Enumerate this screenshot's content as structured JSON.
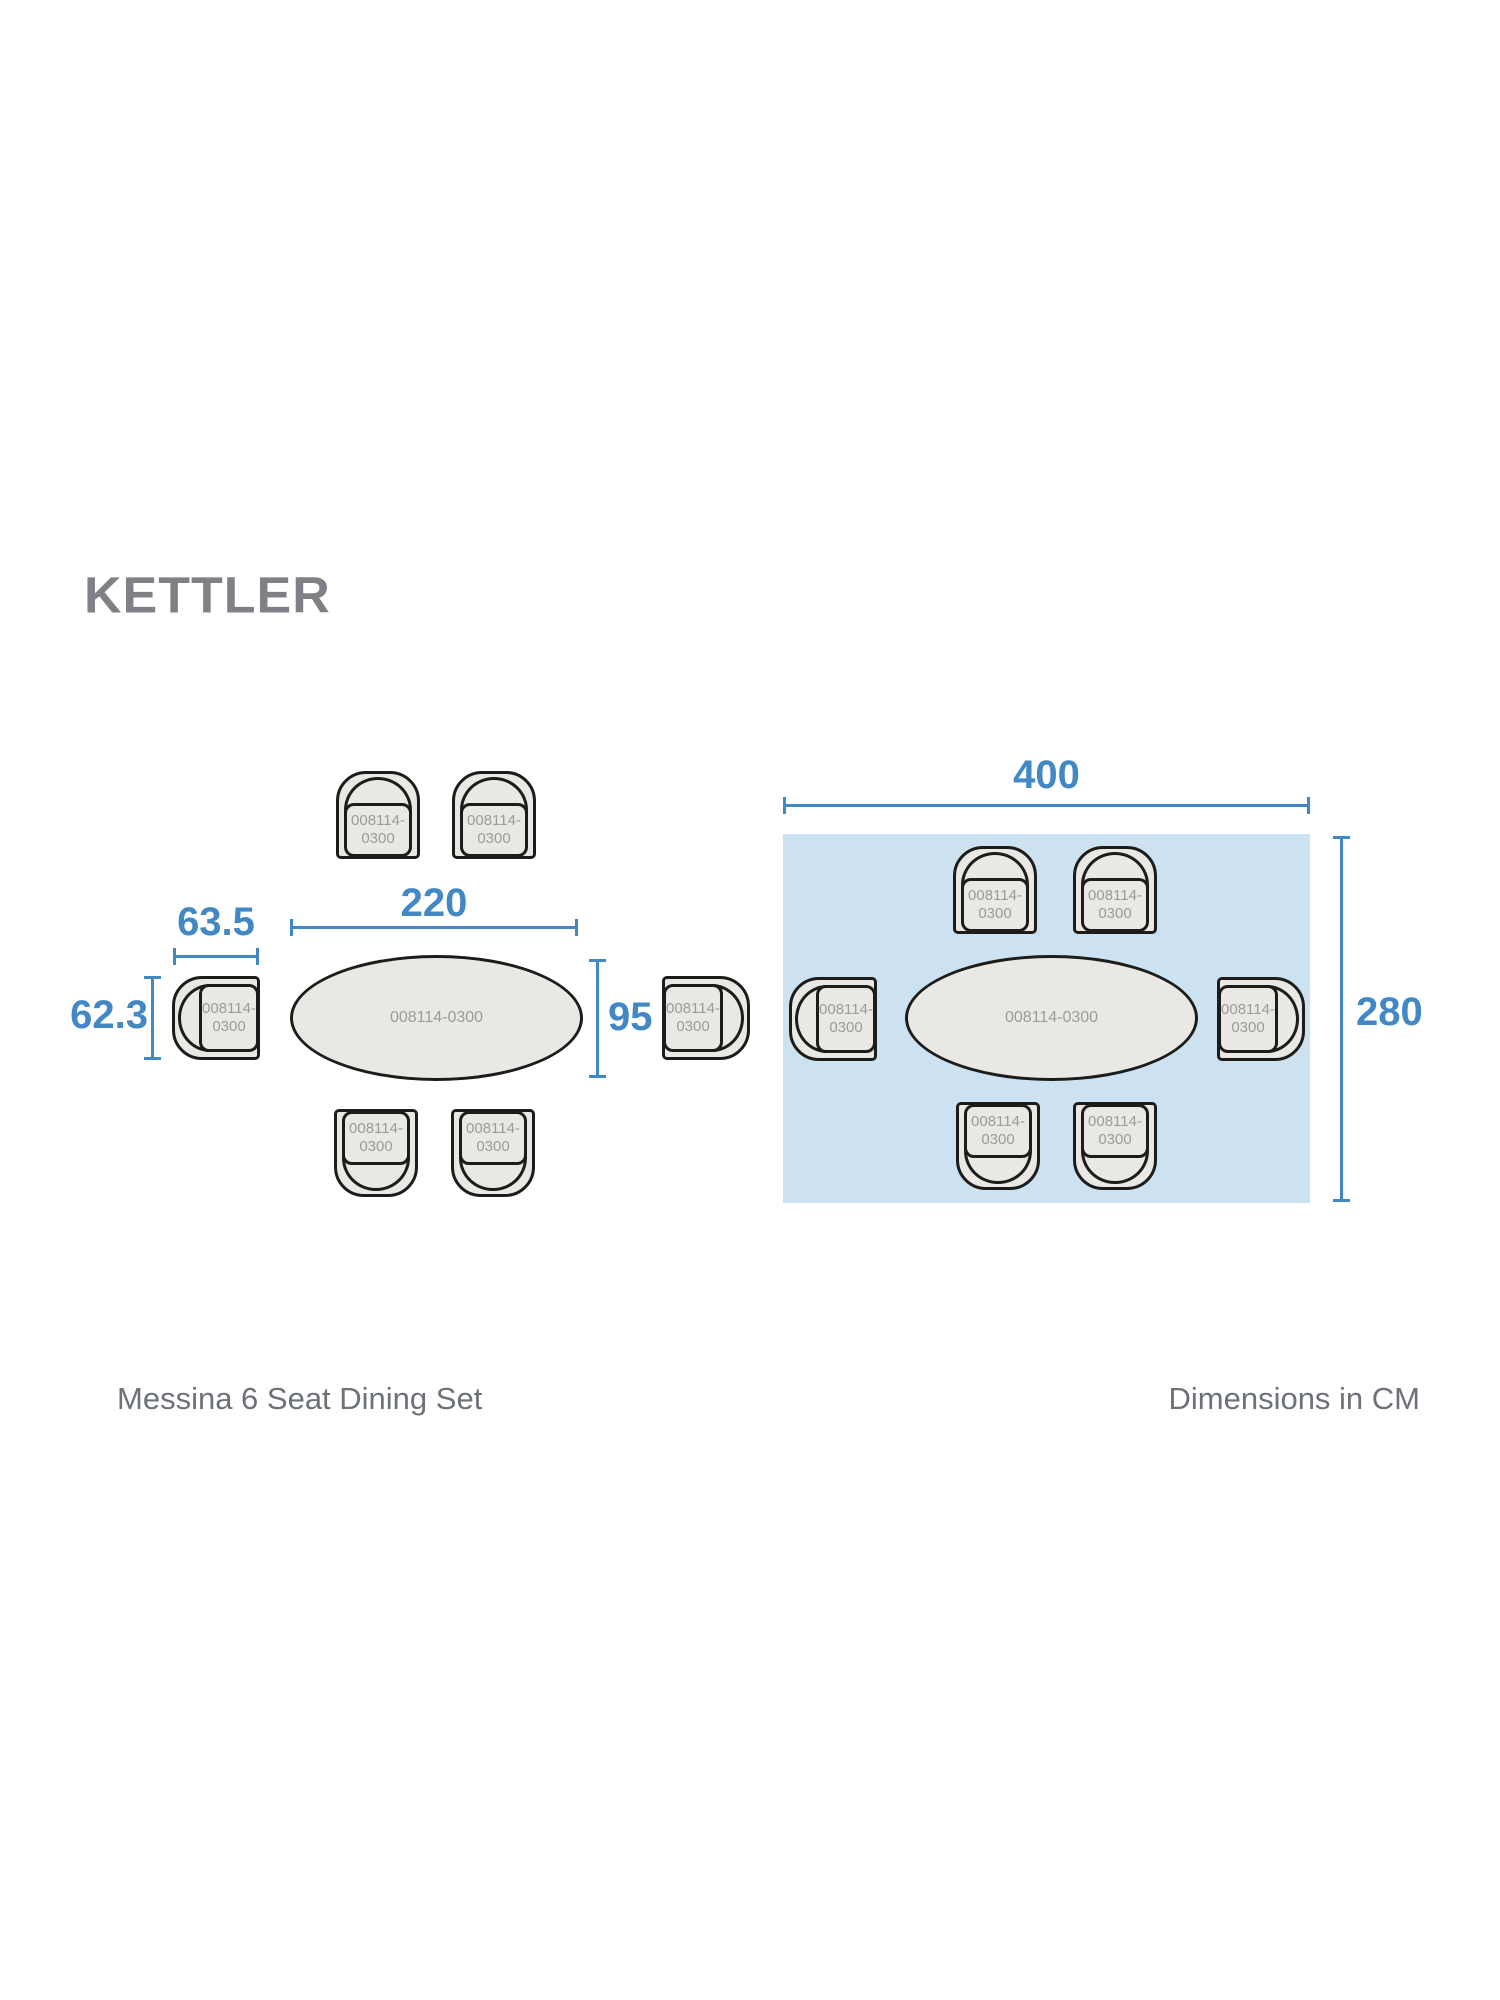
{
  "brand": {
    "logo": "KETTLER"
  },
  "product_code": {
    "line1": "008114-",
    "line2": "0300",
    "full": "008114-0300"
  },
  "set_diagram": {
    "table_length_cm": "220",
    "table_depth_cm": "95",
    "chair_width_cm": "63.5",
    "chair_depth_cm": "62.3",
    "chair_count": 6
  },
  "area_diagram": {
    "width_cm": "400",
    "depth_cm": "280"
  },
  "footer": {
    "product_name": "Messina 6 Seat Dining Set",
    "units_note": "Dimensions in CM"
  },
  "colors": {
    "dimension_blue": "#4288c4",
    "area_fill": "#cde2f1",
    "furniture_fill": "#e9e8e5",
    "outline_dark": "#1c1c1a",
    "code_gray": "#9b9b9b",
    "footer_gray": "#6d7278",
    "logo_gray": "#7f8186"
  }
}
